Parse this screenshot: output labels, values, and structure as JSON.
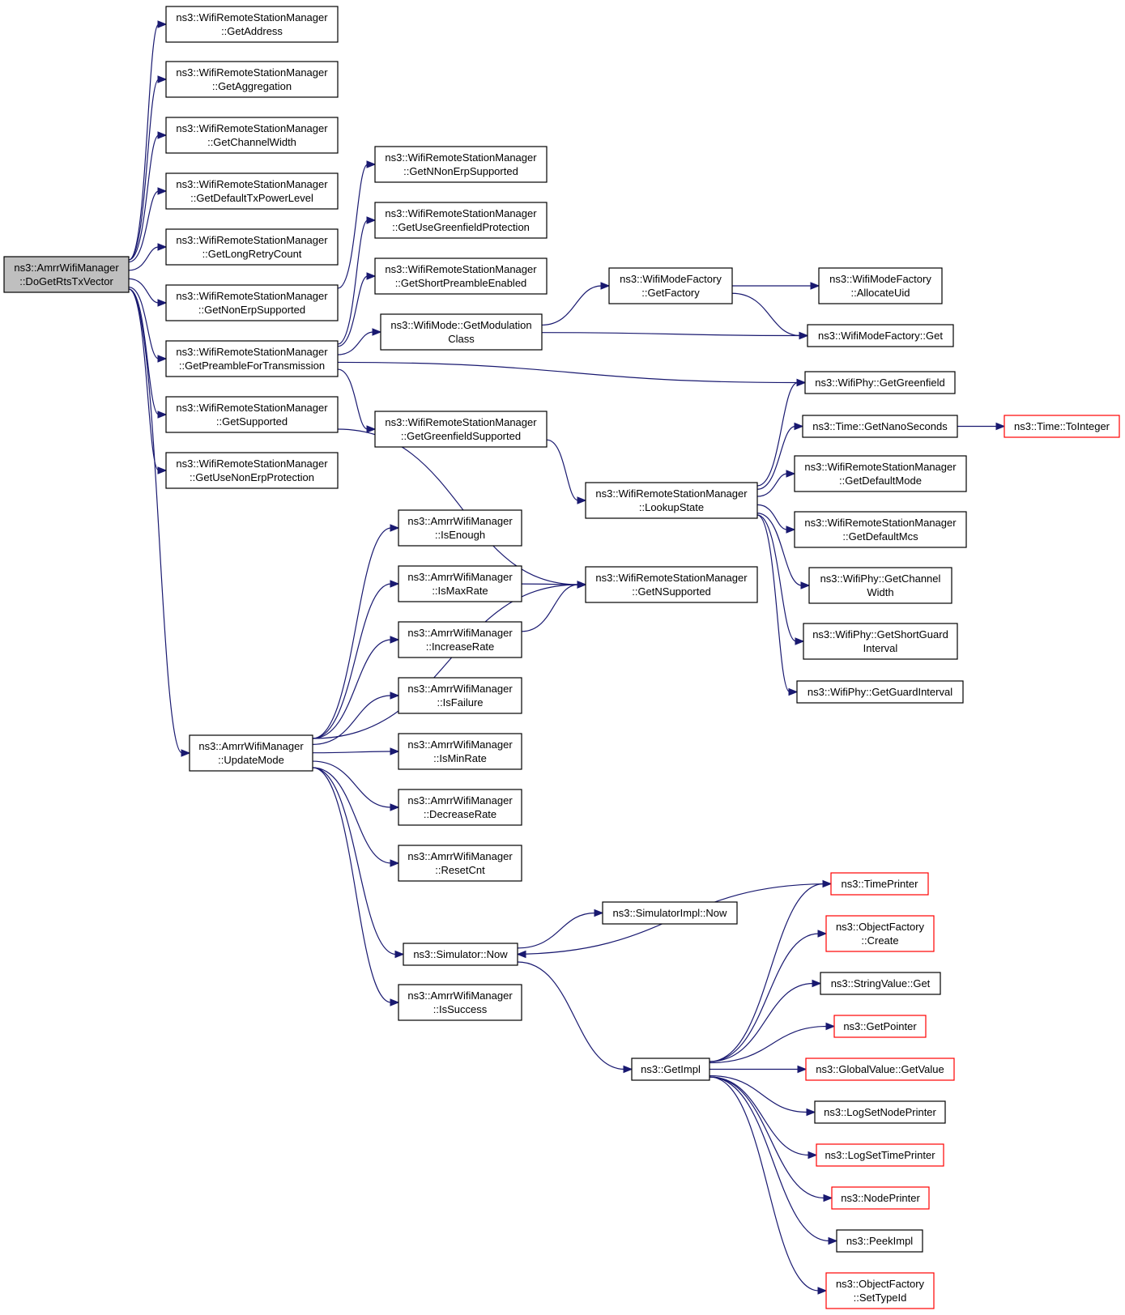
{
  "diagram": {
    "nodes": [
      {
        "id": "root",
        "lines": [
          "ns3::AmrrWifiManager",
          "::DoGetRtsTxVector"
        ],
        "style": "root"
      },
      {
        "id": "getaddress",
        "lines": [
          "ns3::WifiRemoteStationManager",
          "::GetAddress"
        ]
      },
      {
        "id": "getaggregation",
        "lines": [
          "ns3::WifiRemoteStationManager",
          "::GetAggregation"
        ]
      },
      {
        "id": "getchannelwidth",
        "lines": [
          "ns3::WifiRemoteStationManager",
          "::GetChannelWidth"
        ]
      },
      {
        "id": "getdefaulttxpower",
        "lines": [
          "ns3::WifiRemoteStationManager",
          "::GetDefaultTxPowerLevel"
        ]
      },
      {
        "id": "getlongretry",
        "lines": [
          "ns3::WifiRemoteStationManager",
          "::GetLongRetryCount"
        ]
      },
      {
        "id": "getnonerp",
        "lines": [
          "ns3::WifiRemoteStationManager",
          "::GetNonErpSupported"
        ]
      },
      {
        "id": "getpreamble",
        "lines": [
          "ns3::WifiRemoteStationManager",
          "::GetPreambleForTransmission"
        ]
      },
      {
        "id": "getsupported",
        "lines": [
          "ns3::WifiRemoteStationManager",
          "::GetSupported"
        ]
      },
      {
        "id": "getusenonerp",
        "lines": [
          "ns3::WifiRemoteStationManager",
          "::GetUseNonErpProtection"
        ]
      },
      {
        "id": "updatemode",
        "lines": [
          "ns3::AmrrWifiManager",
          "::UpdateMode"
        ]
      },
      {
        "id": "getnnonerp",
        "lines": [
          "ns3::WifiRemoteStationManager",
          "::GetNNonErpSupported"
        ]
      },
      {
        "id": "getusegreenfield",
        "lines": [
          "ns3::WifiRemoteStationManager",
          "::GetUseGreenfieldProtection"
        ]
      },
      {
        "id": "getshortpreamble",
        "lines": [
          "ns3::WifiRemoteStationManager",
          "::GetShortPreambleEnabled"
        ]
      },
      {
        "id": "getmodulation",
        "lines": [
          "ns3::WifiMode::GetModulation",
          "Class"
        ]
      },
      {
        "id": "getgreenfieldsupported",
        "lines": [
          "ns3::WifiRemoteStationManager",
          "::GetGreenfieldSupported"
        ]
      },
      {
        "id": "isenough",
        "lines": [
          "ns3::AmrrWifiManager",
          "::IsEnough"
        ]
      },
      {
        "id": "ismaxrate",
        "lines": [
          "ns3::AmrrWifiManager",
          "::IsMaxRate"
        ]
      },
      {
        "id": "increaserate",
        "lines": [
          "ns3::AmrrWifiManager",
          "::IncreaseRate"
        ]
      },
      {
        "id": "isfailure",
        "lines": [
          "ns3::AmrrWifiManager",
          "::IsFailure"
        ]
      },
      {
        "id": "isminrate",
        "lines": [
          "ns3::AmrrWifiManager",
          "::IsMinRate"
        ]
      },
      {
        "id": "decreaserate",
        "lines": [
          "ns3::AmrrWifiManager",
          "::DecreaseRate"
        ]
      },
      {
        "id": "resetcnt",
        "lines": [
          "ns3::AmrrWifiManager",
          "::ResetCnt"
        ]
      },
      {
        "id": "simnow",
        "lines": [
          "ns3::Simulator::Now"
        ]
      },
      {
        "id": "issuccess",
        "lines": [
          "ns3::AmrrWifiManager",
          "::IsSuccess"
        ]
      },
      {
        "id": "getfactory",
        "lines": [
          "ns3::WifiModeFactory",
          "::GetFactory"
        ]
      },
      {
        "id": "lookupstate",
        "lines": [
          "ns3::WifiRemoteStationManager",
          "::LookupState"
        ]
      },
      {
        "id": "getnsupported",
        "lines": [
          "ns3::WifiRemoteStationManager",
          "::GetNSupported"
        ]
      },
      {
        "id": "simimplnow",
        "lines": [
          "ns3::SimulatorImpl::Now"
        ]
      },
      {
        "id": "getimpl",
        "lines": [
          "ns3::GetImpl"
        ]
      },
      {
        "id": "allocateuid",
        "lines": [
          "ns3::WifiModeFactory",
          "::AllocateUid"
        ]
      },
      {
        "id": "factoryget",
        "lines": [
          "ns3::WifiModeFactory::Get"
        ]
      },
      {
        "id": "getgreenfield",
        "lines": [
          "ns3::WifiPhy::GetGreenfield"
        ]
      },
      {
        "id": "getnanoseconds",
        "lines": [
          "ns3::Time::GetNanoSeconds"
        ]
      },
      {
        "id": "tointeger",
        "lines": [
          "ns3::Time::ToInteger"
        ],
        "style": "red"
      },
      {
        "id": "getdefaultmode",
        "lines": [
          "ns3::WifiRemoteStationManager",
          "::GetDefaultMode"
        ]
      },
      {
        "id": "getdefaultmcs",
        "lines": [
          "ns3::WifiRemoteStationManager",
          "::GetDefaultMcs"
        ]
      },
      {
        "id": "phychannelwidth",
        "lines": [
          "ns3::WifiPhy::GetChannel",
          "Width"
        ]
      },
      {
        "id": "getshortguard",
        "lines": [
          "ns3::WifiPhy::GetShortGuard",
          "Interval"
        ]
      },
      {
        "id": "getguardinterval",
        "lines": [
          "ns3::WifiPhy::GetGuardInterval"
        ]
      },
      {
        "id": "timeprinter",
        "lines": [
          "ns3::TimePrinter"
        ],
        "style": "red"
      },
      {
        "id": "objcreate",
        "lines": [
          "ns3::ObjectFactory",
          "::Create"
        ],
        "style": "red"
      },
      {
        "id": "stringget",
        "lines": [
          "ns3::StringValue::Get"
        ]
      },
      {
        "id": "getpointer",
        "lines": [
          "ns3::GetPointer"
        ],
        "style": "red"
      },
      {
        "id": "globalget",
        "lines": [
          "ns3::GlobalValue::GetValue"
        ],
        "style": "red"
      },
      {
        "id": "lognodeprinter",
        "lines": [
          "ns3::LogSetNodePrinter"
        ]
      },
      {
        "id": "logtimeprinter",
        "lines": [
          "ns3::LogSetTimePrinter"
        ],
        "style": "red"
      },
      {
        "id": "nodeprinter",
        "lines": [
          "ns3::NodePrinter"
        ],
        "style": "red"
      },
      {
        "id": "peekimpl",
        "lines": [
          "ns3::PeekImpl"
        ]
      },
      {
        "id": "settypeid",
        "lines": [
          "ns3::ObjectFactory",
          "::SetTypeId"
        ],
        "style": "red"
      }
    ],
    "edges": [
      [
        "root",
        "getaddress"
      ],
      [
        "root",
        "getaggregation"
      ],
      [
        "root",
        "getchannelwidth"
      ],
      [
        "root",
        "getdefaulttxpower"
      ],
      [
        "root",
        "getlongretry"
      ],
      [
        "root",
        "getnonerp"
      ],
      [
        "root",
        "getpreamble"
      ],
      [
        "root",
        "getsupported"
      ],
      [
        "root",
        "getusenonerp"
      ],
      [
        "root",
        "updatemode"
      ],
      [
        "getnonerp",
        "getnnonerp"
      ],
      [
        "getpreamble",
        "getusegreenfield"
      ],
      [
        "getpreamble",
        "getshortpreamble"
      ],
      [
        "getpreamble",
        "getmodulation"
      ],
      [
        "getpreamble",
        "getgreenfield"
      ],
      [
        "getpreamble",
        "getgreenfieldsupported"
      ],
      [
        "getsupported",
        "getnsupported"
      ],
      [
        "getmodulation",
        "getfactory"
      ],
      [
        "getmodulation",
        "factoryget"
      ],
      [
        "getfactory",
        "allocateuid"
      ],
      [
        "getfactory",
        "factoryget"
      ],
      [
        "getgreenfieldsupported",
        "lookupstate"
      ],
      [
        "lookupstate",
        "getgreenfield"
      ],
      [
        "lookupstate",
        "getnanoseconds"
      ],
      [
        "lookupstate",
        "getdefaultmode"
      ],
      [
        "lookupstate",
        "getdefaultmcs"
      ],
      [
        "lookupstate",
        "phychannelwidth"
      ],
      [
        "lookupstate",
        "getshortguard"
      ],
      [
        "lookupstate",
        "getguardinterval"
      ],
      [
        "getnanoseconds",
        "tointeger"
      ],
      [
        "updatemode",
        "isenough"
      ],
      [
        "updatemode",
        "ismaxrate"
      ],
      [
        "updatemode",
        "increaserate"
      ],
      [
        "updatemode",
        "isfailure"
      ],
      [
        "updatemode",
        "isminrate"
      ],
      [
        "updatemode",
        "decreaserate"
      ],
      [
        "updatemode",
        "resetcnt"
      ],
      [
        "updatemode",
        "getnsupported"
      ],
      [
        "updatemode",
        "simnow"
      ],
      [
        "updatemode",
        "issuccess"
      ],
      [
        "ismaxrate",
        "getnsupported"
      ],
      [
        "increaserate",
        "getnsupported"
      ],
      [
        "simnow",
        "simimplnow"
      ],
      [
        "simnow",
        "getimpl"
      ],
      [
        "timeprinter",
        "simnow"
      ],
      [
        "getimpl",
        "timeprinter"
      ],
      [
        "getimpl",
        "objcreate"
      ],
      [
        "getimpl",
        "stringget"
      ],
      [
        "getimpl",
        "getpointer"
      ],
      [
        "getimpl",
        "globalget"
      ],
      [
        "getimpl",
        "lognodeprinter"
      ],
      [
        "getimpl",
        "logtimeprinter"
      ],
      [
        "getimpl",
        "nodeprinter"
      ],
      [
        "getimpl",
        "peekimpl"
      ],
      [
        "getimpl",
        "settypeid"
      ]
    ]
  }
}
